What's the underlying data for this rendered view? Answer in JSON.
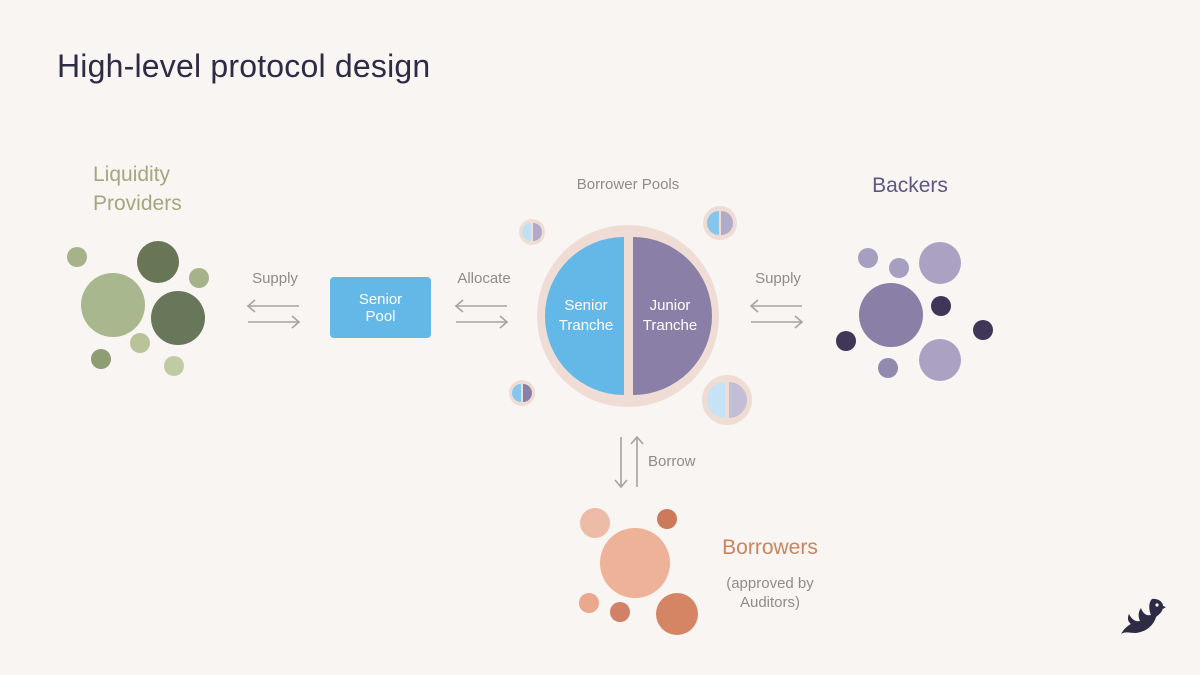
{
  "title": "High-level protocol design",
  "groups": {
    "liquidity_providers": "Liquidity Providers",
    "backers": "Backers",
    "borrowers": "Borrowers",
    "borrowers_note": "(approved by Auditors)",
    "borrower_pools": "Borrower Pools"
  },
  "nodes": {
    "senior_pool": "Senior Pool",
    "senior_tranche": "Senior Tranche",
    "junior_tranche": "Junior Tranche"
  },
  "edges": {
    "supply_left": "Supply",
    "allocate": "Allocate",
    "supply_right": "Supply",
    "borrow": "Borrow"
  },
  "colors": {
    "background": "#f8f5f3",
    "title": "#2e2b45",
    "liquidity_light": "#a8b68a",
    "liquidity_dark": "#6b7858",
    "senior_blue": "#63b8e8",
    "junior_purple": "#8a7fa6",
    "backers_purple": "#8f84aa",
    "borrowers_orange": "#e7a285",
    "pool_ring": "#efdcd5"
  },
  "icons": {
    "logo": "goldfinch-bird-icon"
  }
}
